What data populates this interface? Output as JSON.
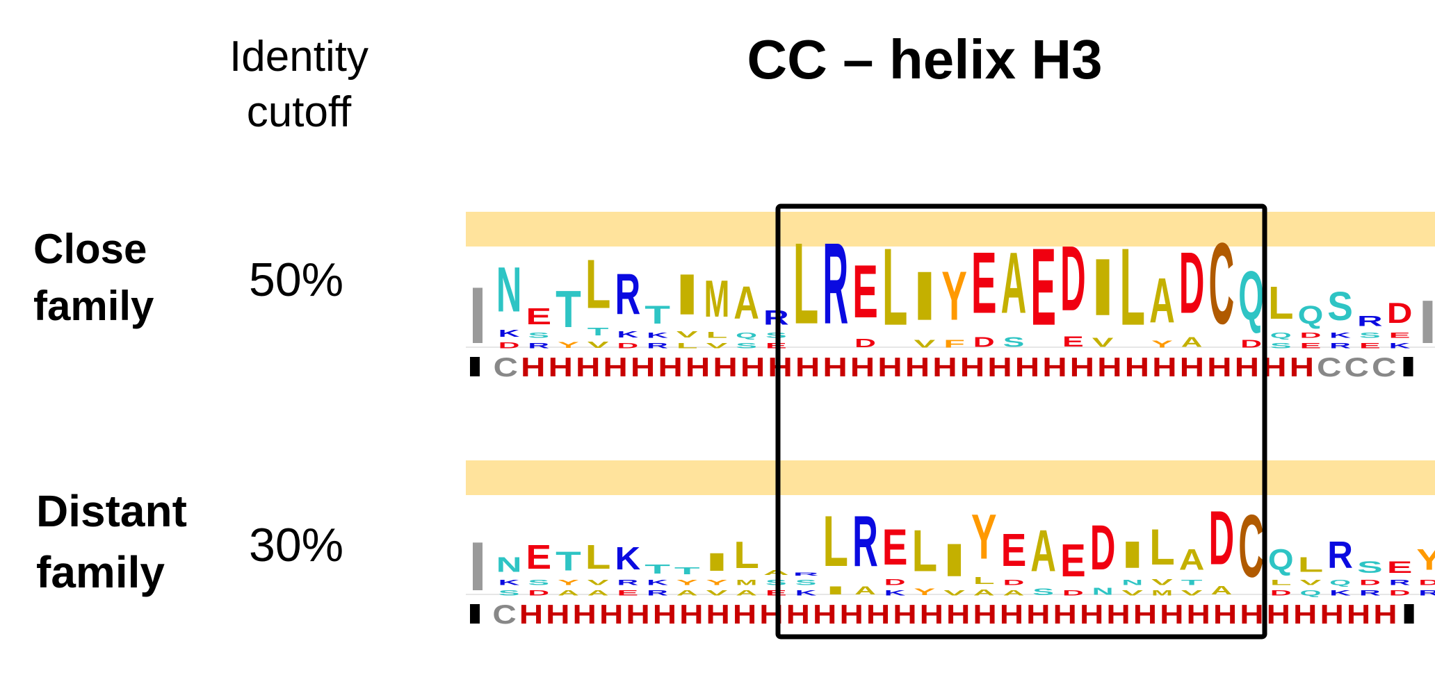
{
  "header": {
    "cutoff_line1": "Identity",
    "cutoff_line2": "cutoff",
    "title": "CC – helix H3"
  },
  "rows": [
    {
      "family_line1": "Close",
      "family_line2": "family",
      "cutoff": "50%",
      "logo": [
        [
          "|",
          0.85,
          ""
        ],
        [
          "N",
          0.55,
          "KD"
        ],
        [
          "E",
          0.2,
          "SR"
        ],
        [
          "T",
          0.45,
          "Y"
        ],
        [
          "L",
          0.6,
          "TV"
        ],
        [
          "R",
          0.5,
          "KD"
        ],
        [
          "T",
          0.22,
          "KR"
        ],
        [
          "I",
          0.5,
          "VL"
        ],
        [
          "M",
          0.45,
          "LV"
        ],
        [
          "A",
          0.4,
          "QS"
        ],
        [
          "R",
          0.18,
          "SE"
        ],
        [
          "L",
          1.0,
          ""
        ],
        [
          "R",
          1.0,
          ""
        ],
        [
          "E",
          0.65,
          "D"
        ],
        [
          "L",
          0.95,
          ""
        ],
        [
          "I",
          0.6,
          "V"
        ],
        [
          "Y",
          0.6,
          "F"
        ],
        [
          "E",
          0.75,
          "D"
        ],
        [
          "A",
          0.75,
          "S"
        ],
        [
          "E",
          0.95,
          ""
        ],
        [
          "D",
          0.8,
          "E"
        ],
        [
          "I",
          0.7,
          "V"
        ],
        [
          "L",
          0.95,
          ""
        ],
        [
          "A",
          0.55,
          "Y"
        ],
        [
          "D",
          0.75,
          "A"
        ],
        [
          "C",
          1.0,
          ""
        ],
        [
          "Q",
          0.6,
          "D"
        ],
        [
          "L",
          0.4,
          "QS"
        ],
        [
          "Q",
          0.22,
          "DE"
        ],
        [
          "S",
          0.35,
          "KR"
        ],
        [
          "R",
          0.13,
          "SE"
        ],
        [
          "D",
          0.25,
          "EK"
        ],
        [
          "|",
          0.65,
          ""
        ]
      ],
      "ss": "■CHHHHHHHHHHHHHHHHHHHHHHHHHHHHHCCC■"
    },
    {
      "family_line1": "Distant",
      "family_line2": "family",
      "cutoff": "30%",
      "logo": [
        [
          "|",
          1.0,
          ""
        ],
        [
          "N",
          0.25,
          "KS"
        ],
        [
          "E",
          0.4,
          "SD"
        ],
        [
          "T",
          0.32,
          "YA"
        ],
        [
          "L",
          0.4,
          "VA"
        ],
        [
          "K",
          0.38,
          "RE"
        ],
        [
          "T",
          0.15,
          "KR"
        ],
        [
          "T",
          0.12,
          "YA"
        ],
        [
          "I",
          0.3,
          "YV"
        ],
        [
          "L",
          0.45,
          "MA"
        ],
        [
          "A",
          0.08,
          "SE"
        ],
        [
          "R",
          0.05,
          "SK"
        ],
        [
          "L",
          0.85,
          "I"
        ],
        [
          "R",
          0.85,
          "A"
        ],
        [
          "E",
          0.6,
          "DK"
        ],
        [
          "L",
          0.7,
          "Y"
        ],
        [
          "I",
          0.55,
          "V"
        ],
        [
          "Y",
          0.75,
          "LA"
        ],
        [
          "E",
          0.55,
          "DA"
        ],
        [
          "A",
          0.7,
          "S"
        ],
        [
          "E",
          0.55,
          "D"
        ],
        [
          "D",
          0.75,
          "N"
        ],
        [
          "I",
          0.45,
          "NV"
        ],
        [
          "L",
          0.6,
          "VM"
        ],
        [
          "A",
          0.35,
          "TV"
        ],
        [
          "D",
          0.9,
          "A"
        ],
        [
          "C",
          1.05,
          ""
        ],
        [
          "Q",
          0.35,
          "LD"
        ],
        [
          "L",
          0.25,
          "VQ"
        ],
        [
          "R",
          0.45,
          "QK"
        ],
        [
          "S",
          0.2,
          "DR"
        ],
        [
          "E",
          0.2,
          "RD"
        ],
        [
          "Y",
          0.35,
          "DR"
        ],
        [
          "|",
          1.0,
          ""
        ]
      ],
      "ss": "■CHHHHHHHHHHHHHHHHHHHHHHHHHHHHHHHHH■"
    }
  ],
  "colors": {
    "hydrophobic": "#c4b000",
    "basic": "#0a0ae0",
    "acidic": "#f00010",
    "polar": "#2ec4c4",
    "aromatic": "#ff9900",
    "cys": "#b05a00",
    "gap": "#9a9a9a",
    "band": "#ffe39c",
    "helix": "#c80000",
    "coil": "#888888"
  }
}
